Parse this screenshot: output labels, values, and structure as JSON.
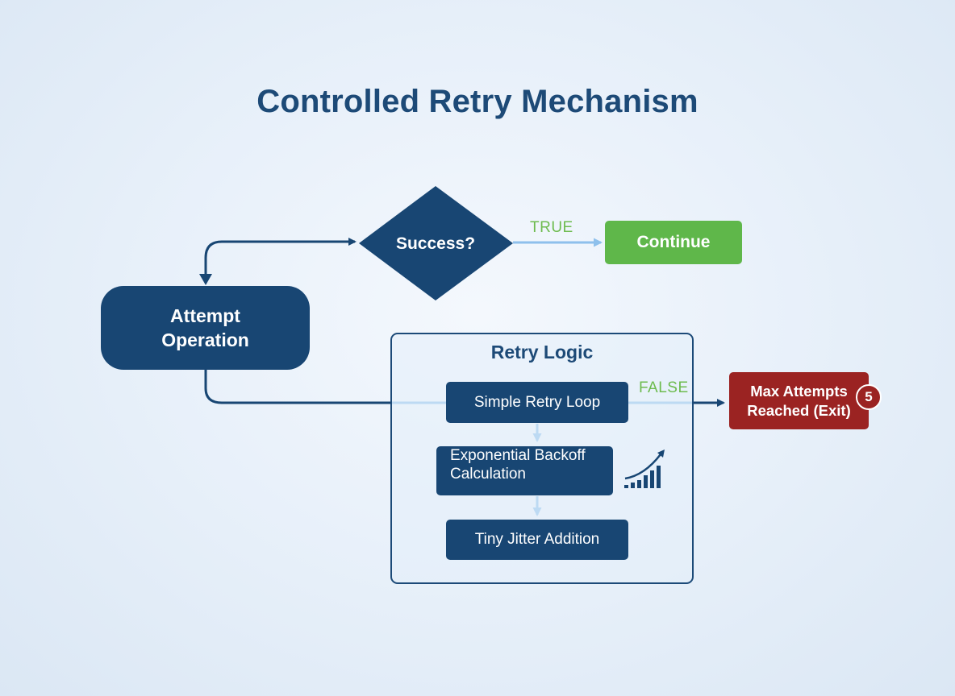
{
  "title": "Controlled Retry Mechanism",
  "nodes": {
    "attempt": {
      "line1": "Attempt",
      "line2": "Operation"
    },
    "decision": "Success?",
    "continue": "Continue",
    "retry_logic": {
      "title": "Retry Logic",
      "steps": [
        "Simple Retry Loop",
        "Exponential Backoff",
        "Calculation",
        "Tiny Jitter Addition"
      ]
    },
    "max_attempts": {
      "line1": "Max Attempts",
      "line2": "Reached (Exit)",
      "badge": "5"
    }
  },
  "edge_labels": {
    "true": "TRUE",
    "false": "FALSE"
  },
  "icons": {
    "growth": "growth-chart-icon"
  },
  "colors": {
    "primary": "#184673",
    "success": "#5fb74a",
    "danger": "#9b2322",
    "connector_light": "#8ec0ec",
    "title": "#1d4a77"
  }
}
